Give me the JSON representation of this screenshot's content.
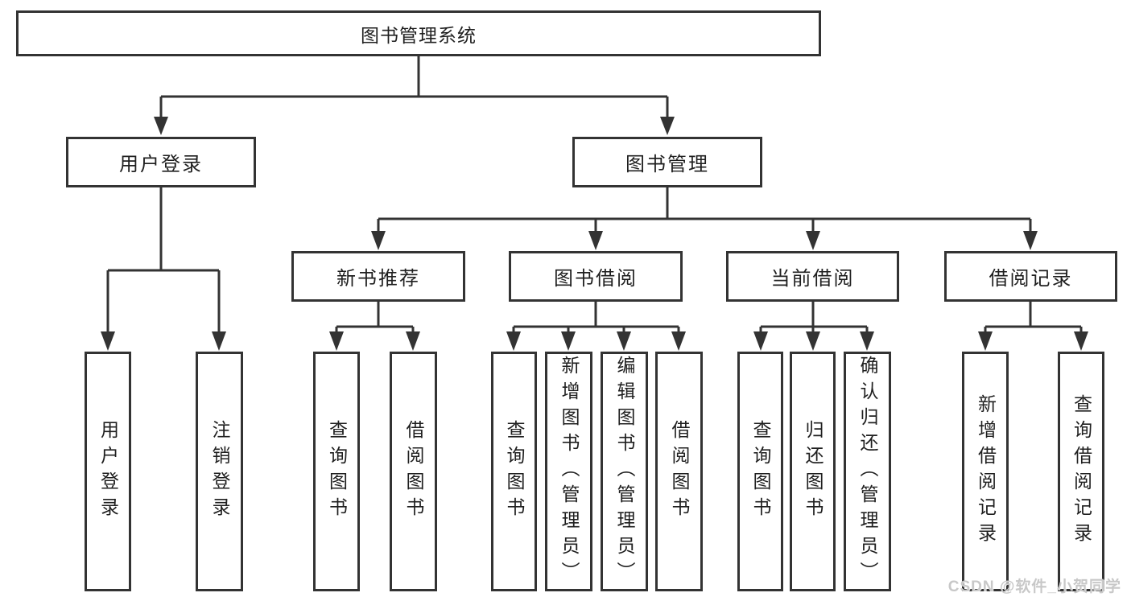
{
  "colors": {
    "line": "#333333",
    "border": "#333333",
    "box_fill": "#ffffff",
    "text": "#1f1f1f",
    "watermark": "#c8c8c8",
    "background": "#ffffff"
  },
  "watermark": {
    "text": "CSDN @软件_小贺同学"
  },
  "tree": {
    "root": {
      "label": "图书管理系统",
      "children": [
        {
          "label": "用户登录",
          "children": [
            {
              "label": "用户登录"
            },
            {
              "label": "注销登录"
            }
          ]
        },
        {
          "label": "图书管理",
          "children": [
            {
              "label": "新书推荐",
              "children": [
                {
                  "label": "查询图书"
                },
                {
                  "label": "借阅图书"
                }
              ]
            },
            {
              "label": "图书借阅",
              "children": [
                {
                  "label": "查询图书"
                },
                {
                  "label": "新增图书（管理员）"
                },
                {
                  "label": "编辑图书（管理员）"
                },
                {
                  "label": "借阅图书"
                }
              ]
            },
            {
              "label": "当前借阅",
              "children": [
                {
                  "label": "查询图书"
                },
                {
                  "label": "归还图书"
                },
                {
                  "label": "确认归还（管理员）"
                }
              ]
            },
            {
              "label": "借阅记录",
              "children": [
                {
                  "label": "新增借阅记录"
                },
                {
                  "label": "查询借阅记录"
                }
              ]
            }
          ]
        }
      ]
    }
  }
}
